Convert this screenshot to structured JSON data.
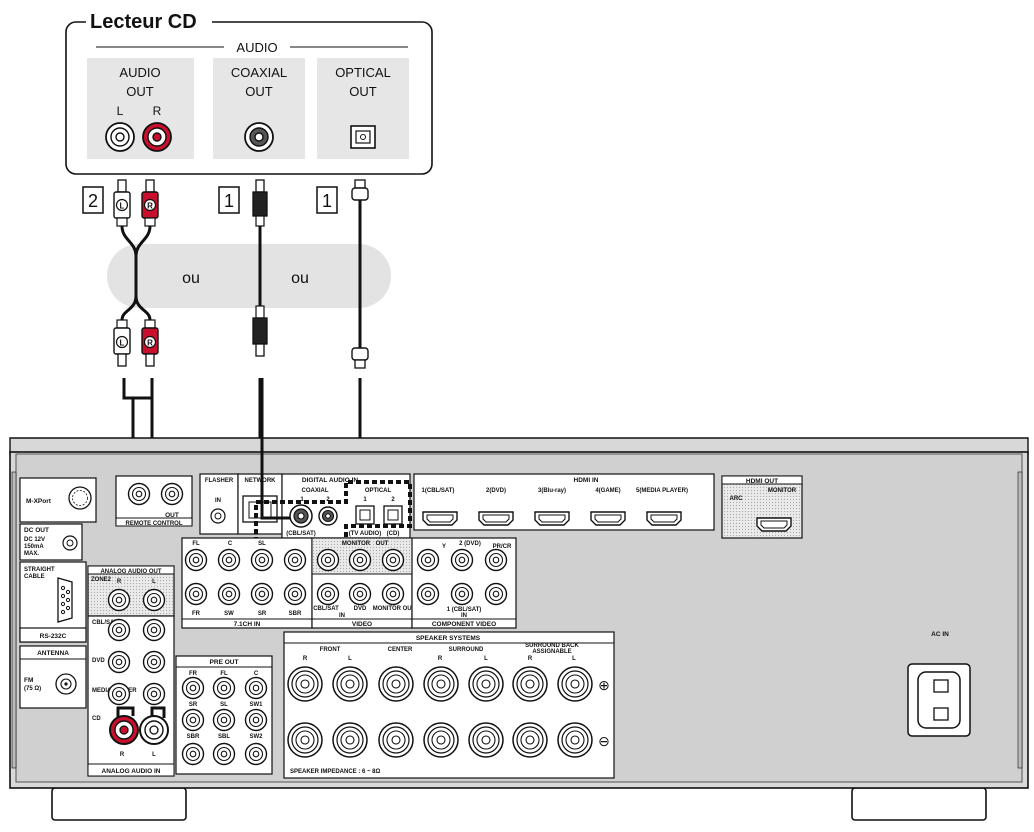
{
  "source": {
    "title": "Lecteur CD",
    "group_label": "AUDIO",
    "outputs": [
      {
        "label1": "AUDIO",
        "label2": "OUT",
        "l": "L",
        "r": "R"
      },
      {
        "label1": "COAXIAL",
        "label2": "OUT"
      },
      {
        "label1": "OPTICAL",
        "label2": "OUT"
      }
    ]
  },
  "cable_badges": [
    "2",
    "1",
    "1"
  ],
  "plug_labels": {
    "left": "L",
    "right": "R"
  },
  "or_labels": [
    "ou",
    "ou"
  ],
  "receiver": {
    "mxport": "M-XPort",
    "remote_out": "OUT",
    "remote_control": "REMOTE CONTROL",
    "dc_out": "DC OUT",
    "dc_spec": [
      "DC 12V",
      "150mA",
      "MAX."
    ],
    "straight_cable": [
      "STRAIGHT",
      "CABLE"
    ],
    "rs232c": "RS-232C",
    "antenna": "ANTENNA",
    "fm": [
      "FM",
      "(75 Ω)"
    ],
    "flasher": "FLASHER",
    "flasher_in": "IN",
    "network": "NETWORK",
    "digital_audio_in": "DIGITAL AUDIO IN",
    "coaxial": "COAXIAL",
    "optical": "OPTICAL",
    "coax1": "1",
    "coax2": "2",
    "coax1_sub": "(CBL/SAT)",
    "opt1": "1",
    "opt2": "2",
    "opt1_sub": "(TV AUDIO)",
    "opt2_sub": "(CD)",
    "hdmi_in": "HDMI IN",
    "hdmi_inputs": [
      "1(CBL/SAT)",
      "2(DVD)",
      "3(Blu-ray)",
      "4(GAME)",
      "5(MEDIA PLAYER)"
    ],
    "hdmi_out": "HDMI OUT",
    "monitor": "MONITOR",
    "arc": "ARC",
    "ch71_top": [
      "FL",
      "C",
      "SL"
    ],
    "ch71_bottom": [
      "FR",
      "SW",
      "SR",
      "SBR"
    ],
    "ch71_label": "7.1CH IN",
    "video_top": [
      "MONITOR",
      "OUT"
    ],
    "video_bottom": [
      "CBL/SAT",
      "DVD",
      "MONITOR OUT"
    ],
    "video_in": "IN",
    "video_label": "VIDEO",
    "comp_top": [
      "Y",
      "2 (DVD)",
      "PR/CR"
    ],
    "comp_bottom": [
      "1 (CBL/SAT)",
      "IN"
    ],
    "comp_label": "COMPONENT VIDEO",
    "analog_out": "ANALOG AUDIO OUT",
    "zone2": "ZONE2",
    "zone_r": "R",
    "zone_l": "L",
    "analog_in_rows": [
      "CBL/SAT",
      "DVD",
      "MEDIA PLAYER",
      "CD"
    ],
    "analog_r": "R",
    "analog_l": "L",
    "analog_in": "ANALOG AUDIO IN",
    "pre_out": "PRE OUT",
    "pre_out_rows": [
      [
        "FR",
        "FL",
        "C"
      ],
      [
        "SR",
        "SL",
        "SW1"
      ],
      [
        "SBR",
        "SBL",
        "SW2"
      ]
    ],
    "speaker_systems": "SPEAKER SYSTEMS",
    "front": "FRONT",
    "center": "CENTER",
    "surround": "SURROUND",
    "surround_back": "SURROUND BACK",
    "assignable": "ASSIGNABLE",
    "r": "R",
    "l": "L",
    "plus": "⊕",
    "minus": "⊖",
    "impedance": "SPEAKER IMPEDANCE : 6 ~ 8Ω",
    "ac_in": "AC IN"
  }
}
